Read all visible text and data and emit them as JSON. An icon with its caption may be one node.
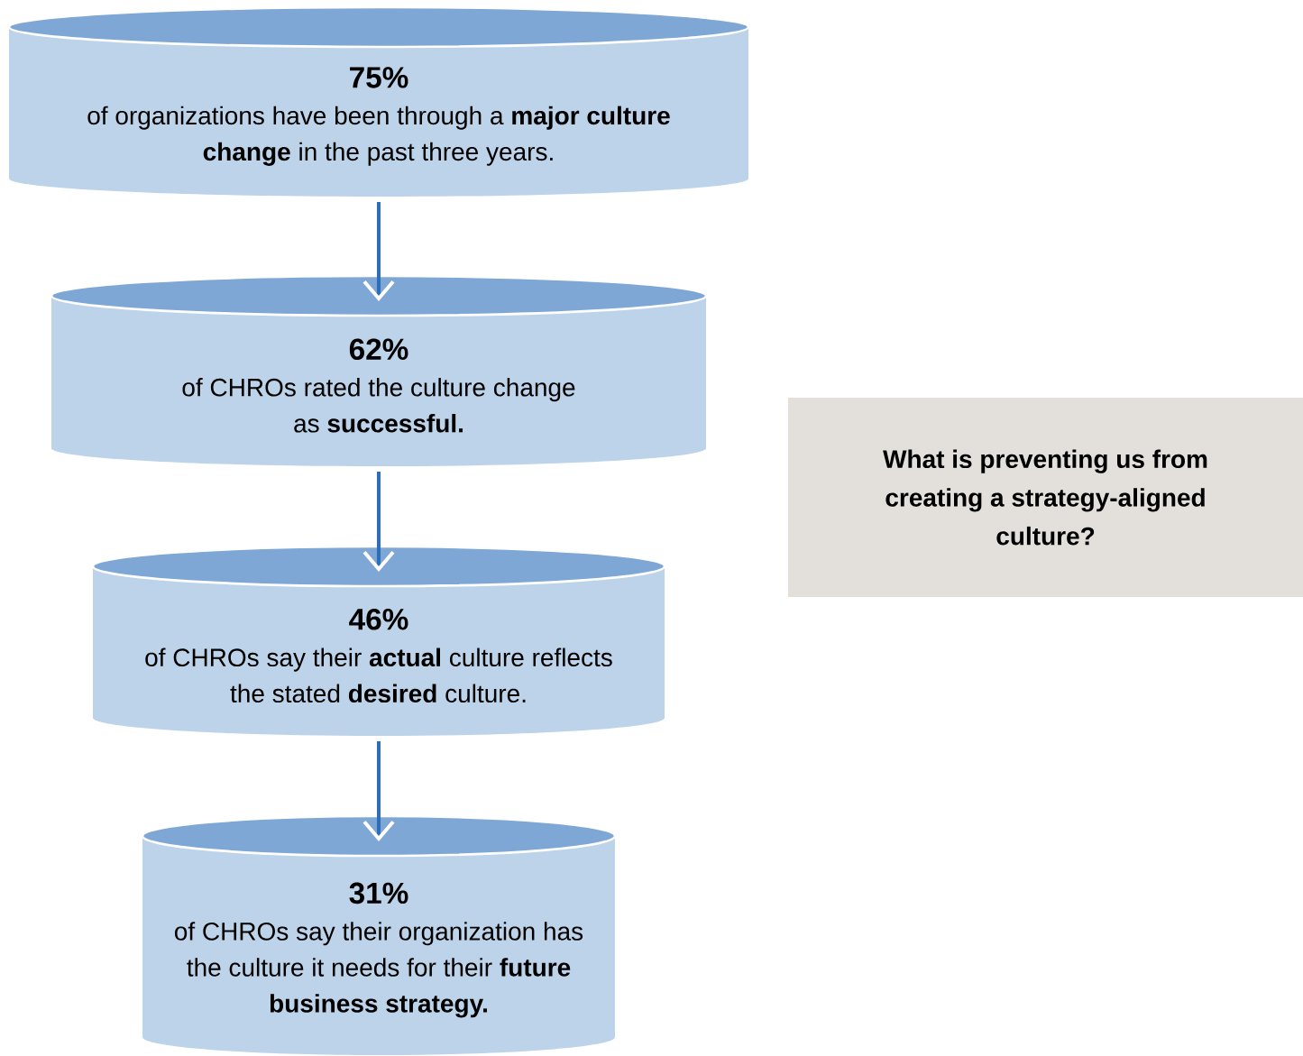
{
  "diagram": {
    "nodes": [
      {
        "text": [
          "75%",
          "of organizations have been through a **major culture change** in the past three years."
        ]
      },
      {
        "text": [
          "62%",
          "of CHROs rated the culture change as **successful.**"
        ]
      },
      {
        "text": [
          "46%",
          "of CHROs say their **actual** culture reflects the stated **desired** culture."
        ]
      },
      {
        "text": [
          "31%",
          "of CHROs say their organization has the culture it needs for their **future business strategy.**"
        ]
      },
      {
        "text": [
          "What is preventing us from creating a strategy-aligned culture?"
        ]
      }
    ],
    "edges": [
      {
        "from": 0,
        "to": 1,
        "arrow": "to"
      },
      {
        "from": 1,
        "to": 2,
        "arrow": "to"
      },
      {
        "from": 2,
        "to": 3,
        "arrow": "to"
      }
    ]
  }
}
